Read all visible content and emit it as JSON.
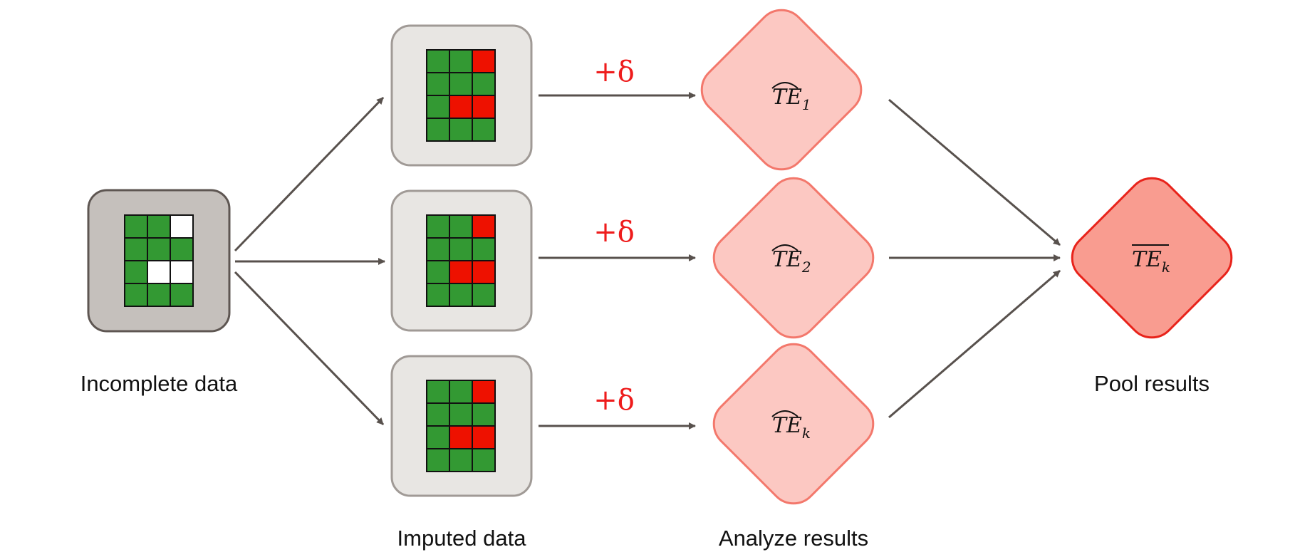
{
  "labels": {
    "incomplete": "Incomplete data",
    "imputed": "Imputed data",
    "analyze": "Analyze results",
    "pool": "Pool results"
  },
  "delta_label": "+δ",
  "estimates": [
    {
      "base": "TE",
      "sub": "1"
    },
    {
      "base": "TE",
      "sub": "2"
    },
    {
      "base": "TE",
      "sub": "k"
    }
  ],
  "pooled": {
    "base": "TE",
    "sub": "k"
  },
  "grids": {
    "incomplete": [
      [
        "g",
        "g",
        "w"
      ],
      [
        "g",
        "g",
        "g"
      ],
      [
        "g",
        "w",
        "w"
      ],
      [
        "g",
        "g",
        "g"
      ]
    ],
    "imputed": [
      [
        "g",
        "g",
        "r"
      ],
      [
        "g",
        "g",
        "g"
      ],
      [
        "g",
        "r",
        "r"
      ],
      [
        "g",
        "g",
        "g"
      ]
    ]
  },
  "colors": {
    "cell_green": "#339933",
    "cell_red": "#ee1100",
    "cell_white": "#ffffff",
    "incomplete_box": "#c5c0bc",
    "imputed_box": "#e8e6e3",
    "estimate_fill": "#fcc8c2",
    "estimate_stroke": "#f3786c",
    "pooled_fill": "#f99c90",
    "pooled_stroke": "#e8231b",
    "delta_color": "#ee1c1c",
    "arrow": "#58514d"
  }
}
